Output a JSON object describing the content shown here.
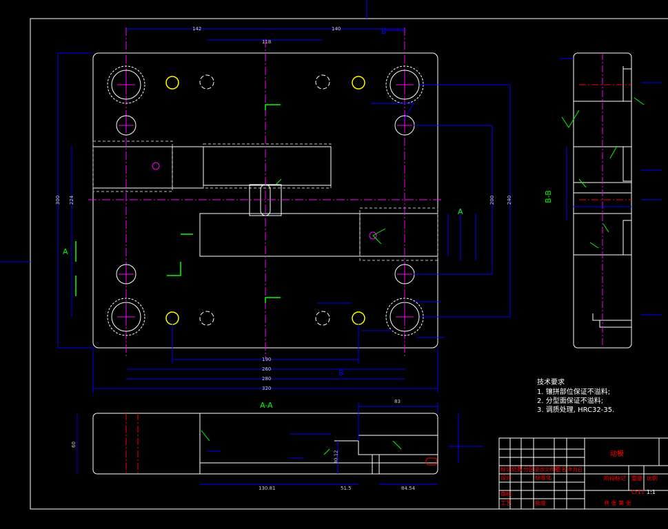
{
  "colors": {
    "background": "#000000",
    "outline": "#ffffff",
    "dimension": "#0000ff",
    "center_line": "#ff00ff",
    "annotation": "#00ff00",
    "hole_mark": "#ffff00",
    "hidden_line": "#c0c0c0",
    "title_red": "#ff0000"
  },
  "views": {
    "section_aa_title": "A-A",
    "section_bb_title": "B-B",
    "marker_a": "A",
    "marker_b": "B"
  },
  "plan_dims": {
    "top_left": "142",
    "top_right": "140",
    "top_inner": "118",
    "left_outer": "300",
    "left_inner": "224",
    "right_inner": "200",
    "right_outer": "240",
    "bottom_1": "190",
    "bottom_2": "260",
    "bottom_3": "280",
    "bottom_4": "320"
  },
  "section_dims": {
    "overall": "60",
    "h1": "30.12",
    "w1": "130.81",
    "w2": "51.5",
    "w3": "84.54",
    "top": "83"
  },
  "requirements": {
    "heading": "技术要求",
    "items": [
      "1. 镶拼部位保证不溢料;",
      "2. 分型面保证不溢料;",
      "3. 调质处理, HRC32-35."
    ]
  },
  "title_block": {
    "part_name": "动模",
    "row_labels": [
      "标记",
      "处数",
      "分区",
      "更改文件号",
      "签名",
      "年月日"
    ],
    "designer": "设计",
    "standardize": "标准化",
    "review": "审核",
    "process": "工艺",
    "approve": "批准",
    "stage_mark": "阶段标记",
    "weight": "重量",
    "scale": "比例",
    "scale_value": "1:1",
    "material": "Cr12",
    "sheets": "共  张 第  张"
  }
}
